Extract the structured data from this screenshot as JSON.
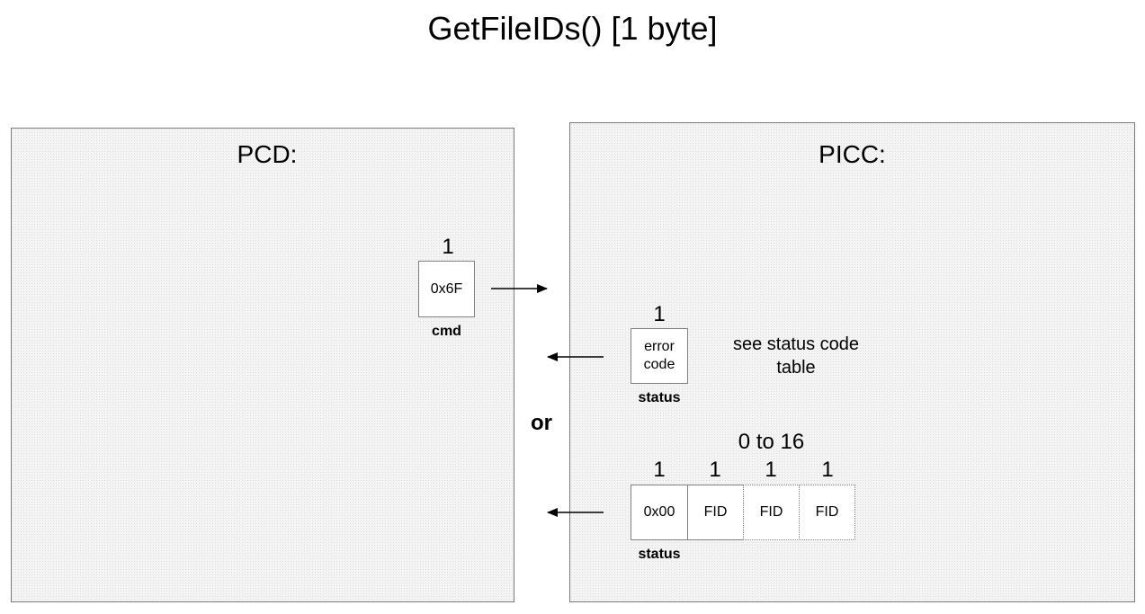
{
  "title": "GetFileIDs() [1 byte]",
  "pcd": {
    "label": "PCD:",
    "command": {
      "count": "1",
      "value": "0x6F",
      "caption": "cmd"
    }
  },
  "picc": {
    "label": "PICC:",
    "error_response": {
      "count": "1",
      "value": "error code",
      "caption": "status",
      "note": "see status code table"
    },
    "or_label": "or",
    "success_response": {
      "repeat_label": "0 to 16",
      "status": {
        "count": "1",
        "value": "0x00",
        "caption": "status"
      },
      "fids": [
        {
          "count": "1",
          "value": "FID"
        },
        {
          "count": "1",
          "value": "FID"
        },
        {
          "count": "1",
          "value": "FID"
        }
      ]
    }
  }
}
